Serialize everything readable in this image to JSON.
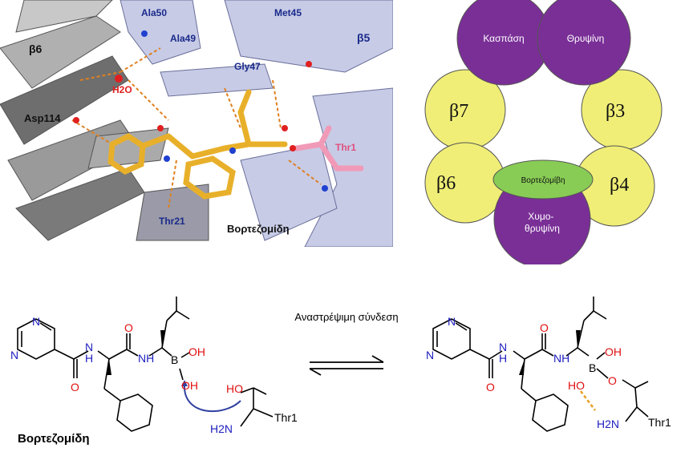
{
  "structure": {
    "residues": [
      "Ala50",
      "Met45",
      "Ala49",
      "Gly47",
      "Asp114",
      "Thr21",
      "Thr1"
    ],
    "strands": [
      "β6",
      "β5"
    ],
    "water": "H2O",
    "ligand": "Βορτεζομίδη"
  },
  "subunits": {
    "purple": [
      "Κασπάση",
      "Θρυψίνη",
      "Χυμο-\nθρυψίνη"
    ],
    "yellow": [
      "β7",
      "β3",
      "β6",
      "β4"
    ],
    "center": "Βορτεζομίβη",
    "colors": {
      "purple": "#7a2f97",
      "yellow": "#f0ee76",
      "green": "#88cc55"
    }
  },
  "reaction": {
    "arrow_label": "Αναστρέψιμη σύνδεση",
    "drug_name": "Βορτεζομίδη",
    "atoms": {
      "N": "N",
      "NH": "NH",
      "O": "O",
      "B": "B",
      "OH": "OH",
      "HO": "HO",
      "H2N": "H2N",
      "Thr1": "Thr1",
      "H": "H"
    }
  }
}
